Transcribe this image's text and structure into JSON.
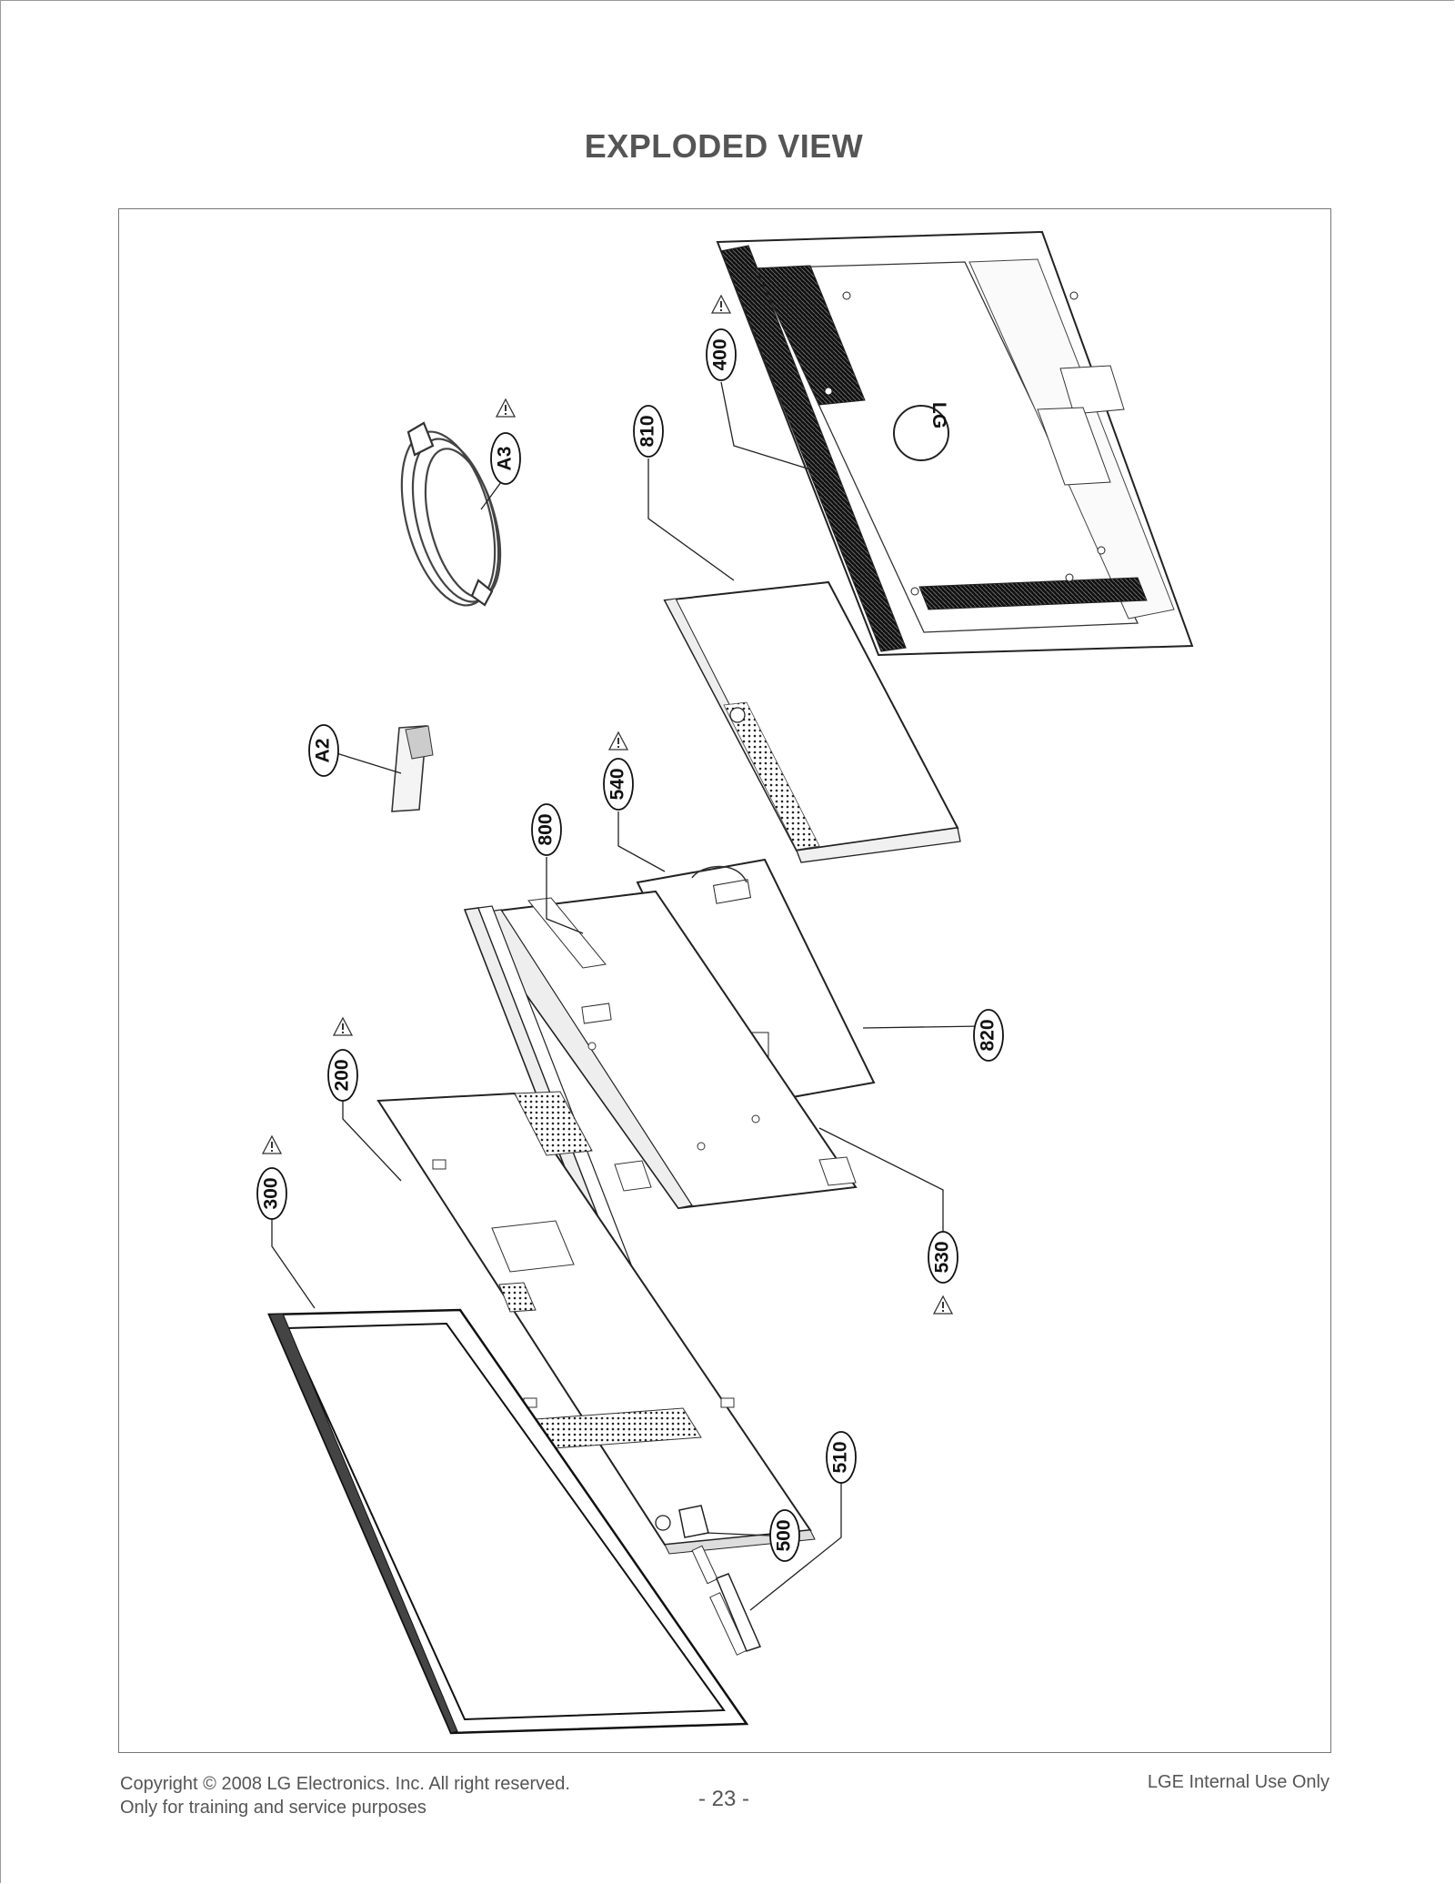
{
  "page": {
    "title": "EXPLODED VIEW",
    "page_number": "- 23 -"
  },
  "footer": {
    "copyright_line": "Copyright © 2008 LG Electronics. Inc. All right reserved.",
    "usage_line": "Only for training and service purposes",
    "internal_notice": "LGE Internal Use Only"
  },
  "diagram": {
    "logo_text": "LG",
    "callouts": {
      "c400": "400",
      "c810": "810",
      "cA3": "A3",
      "cA2": "A2",
      "c540": "540",
      "c800": "800",
      "c820": "820",
      "c200": "200",
      "c300": "300",
      "c530": "530",
      "c500": "500",
      "c510": "510"
    },
    "warning_symbol": "!"
  }
}
